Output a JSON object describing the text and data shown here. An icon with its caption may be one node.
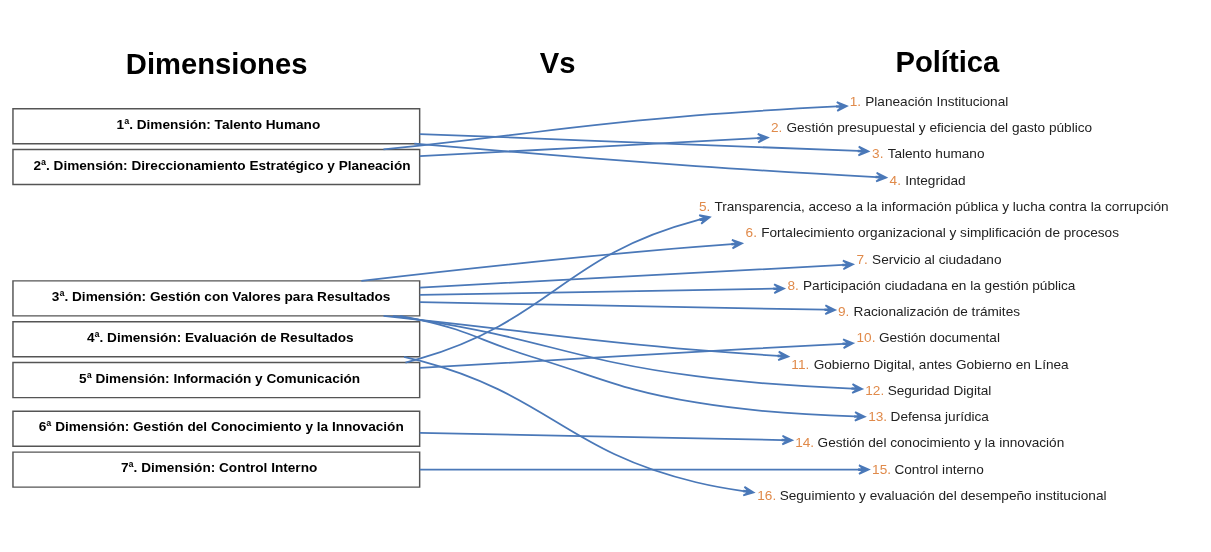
{
  "diagram": {
    "nodes": [
      {
        "text": [
          "1ª. Dimensión: Talento Humano"
        ]
      },
      {
        "text": [
          "2ª. Dimensión: Direccionamiento Estratégico y Planeación"
        ]
      },
      {
        "text": [
          "3ª. Dimensión: Gestión con Valores para Resultados"
        ]
      },
      {
        "text": [
          "4ª. Dimensión: Evaluación de Resultados"
        ]
      },
      {
        "text": [
          "5ª Dimensión: Información y Comunicación"
        ]
      },
      {
        "text": [
          "6ª Dimensión: Gestión del Conocimiento y la Innovación"
        ]
      },
      {
        "text": [
          "7ª. Dimensión: Control Interno"
        ]
      },
      {
        "text": [
          "1.",
          "Planeación Institucional"
        ]
      },
      {
        "text": [
          "2.",
          "Gestión presupuestal y eficiencia del gasto público"
        ]
      },
      {
        "text": [
          "3.",
          "Talento humano"
        ]
      },
      {
        "text": [
          "4.",
          "Integridad"
        ]
      },
      {
        "text": [
          "5.",
          "Transparencia, acceso a la información pública y lucha contra la corrupción"
        ]
      },
      {
        "text": [
          "6.",
          "Fortalecimiento organizacional y simplificación de procesos"
        ]
      },
      {
        "text": [
          "7.",
          "Servicio al ciudadano"
        ]
      },
      {
        "text": [
          "8.",
          "Participación ciudadana en la gestión pública"
        ]
      },
      {
        "text": [
          "9.",
          "Racionalización de trámites"
        ]
      },
      {
        "text": [
          "10.",
          "Gestión documental"
        ]
      },
      {
        "text": [
          "11.",
          "Gobierno Digital, antes Gobierno en Línea"
        ]
      },
      {
        "text": [
          "12.",
          "Seguridad Digital"
        ]
      },
      {
        "text": [
          "13.",
          "Defensa jurídica"
        ]
      },
      {
        "text": [
          "14.",
          "Gestión del conocimiento y la innovación"
        ]
      },
      {
        "text": [
          "15.",
          "Control interno"
        ]
      },
      {
        "text": [
          "16.",
          "Seguimiento y evaluación del desempeño institucional"
        ]
      }
    ],
    "edges": [
      {
        "from": 0,
        "to": 9,
        "arrow": "to"
      },
      {
        "from": 0,
        "to": 10,
        "arrow": "to"
      },
      {
        "from": 1,
        "to": 7,
        "arrow": "to"
      },
      {
        "from": 1,
        "to": 8,
        "arrow": "to"
      },
      {
        "from": 2,
        "to": 12,
        "arrow": "to"
      },
      {
        "from": 2,
        "to": 13,
        "arrow": "to"
      },
      {
        "from": 2,
        "to": 14,
        "arrow": "to"
      },
      {
        "from": 2,
        "to": 15,
        "arrow": "to"
      },
      {
        "from": 2,
        "to": 17,
        "arrow": "to"
      },
      {
        "from": 2,
        "to": 18,
        "arrow": "to"
      },
      {
        "from": 2,
        "to": 19,
        "arrow": "to"
      },
      {
        "from": 3,
        "to": 22,
        "arrow": "to"
      },
      {
        "from": 4,
        "to": 11,
        "arrow": "to"
      },
      {
        "from": 4,
        "to": 16,
        "arrow": "to"
      },
      {
        "from": 5,
        "to": 20,
        "arrow": "to"
      },
      {
        "from": 6,
        "to": 21,
        "arrow": "to"
      }
    ],
    "labels": [
      "Dimensiones",
      "Vs",
      "Política"
    ]
  }
}
